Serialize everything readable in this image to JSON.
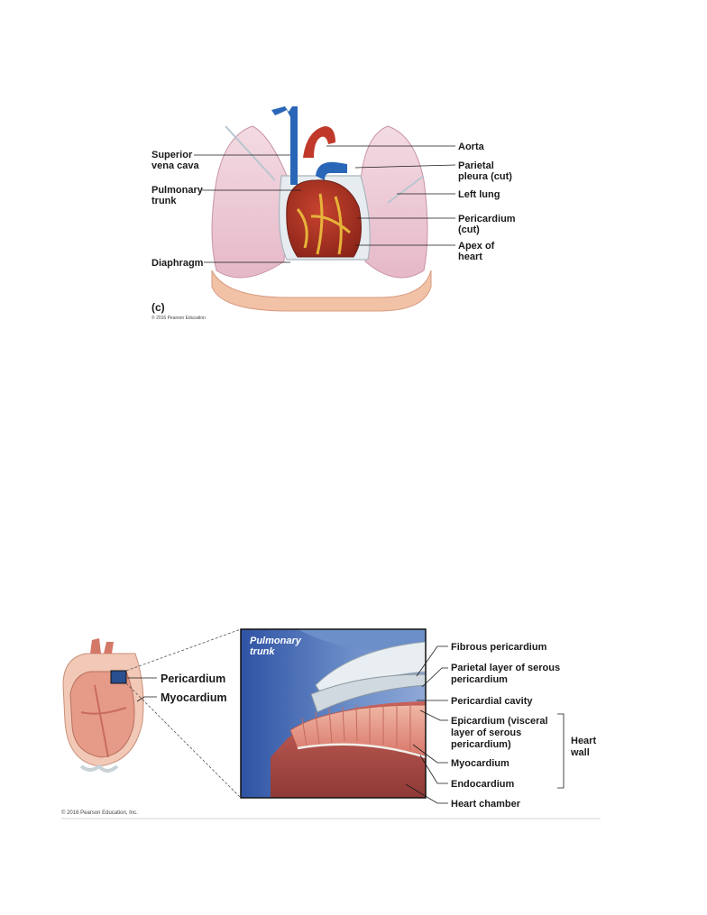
{
  "figure_top": {
    "labels": {
      "superior_vena_cava": [
        "Superior",
        "vena cava"
      ],
      "pulmonary_trunk": [
        "Pulmonary",
        "trunk"
      ],
      "diaphragm": "Diaphragm",
      "aorta": "Aorta",
      "parietal_pleura": [
        "Parietal",
        "pleura (cut)"
      ],
      "left_lung": "Left lung",
      "pericardium": [
        "Pericardium",
        "(cut)"
      ],
      "apex": [
        "Apex of",
        "heart"
      ]
    },
    "panel_letter": "(c)",
    "credit": "© 2016 Pearson Education"
  },
  "figure_bottom": {
    "inset_title": [
      "Pulmonary",
      "trunk"
    ],
    "left_labels": {
      "pericardium": "Pericardium",
      "myocardium": "Myocardium"
    },
    "right_labels": {
      "fibrous": "Fibrous pericardium",
      "parietal": [
        "Parietal layer of serous",
        "pericardium"
      ],
      "cavity": "Pericardial cavity",
      "epicardium": [
        "Epicardium (visceral",
        "layer of serous",
        "pericardium)"
      ],
      "myocardium": "Myocardium",
      "endocardium": "Endocardium",
      "chamber": "Heart chamber"
    },
    "bracket_label": [
      "Heart",
      "wall"
    ],
    "credit": "© 2016 Pearson Education, Inc."
  }
}
